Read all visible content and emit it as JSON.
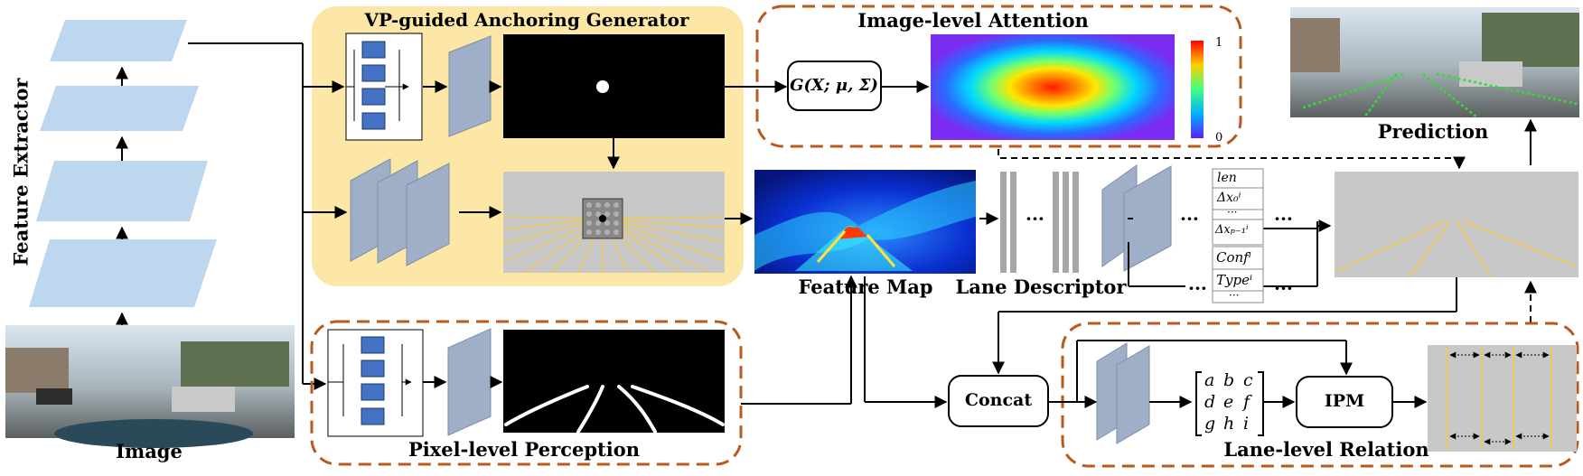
{
  "labels": {
    "feature_extractor": "Feature Extractor",
    "image": "Image",
    "vp_generator": "VP-guided Anchoring Generator",
    "image_attention": "Image-level Attention",
    "gaussian": "G(X; μ, Σ)",
    "colorbar_max": "1",
    "colorbar_min": "0",
    "prediction": "Prediction",
    "feature_map": "Feature Map",
    "lane_descriptor": "Lane Descriptor",
    "pixel_perception": "Pixel-level Perception",
    "concat": "Concat",
    "ipm": "IPM",
    "lane_relation": "Lane-level Relation",
    "dots": "···"
  },
  "descriptor_cells": {
    "top": [
      "len",
      "Δx₀ⁱ",
      "···",
      "Δxₚ₋₁ⁱ"
    ],
    "bottom": [
      "Confⁱ",
      "Typeⁱ",
      "···"
    ]
  },
  "matrix": [
    [
      "a",
      "b",
      "c"
    ],
    [
      "d",
      "e",
      "f"
    ],
    [
      "g",
      "h",
      "i"
    ]
  ],
  "colors": {
    "yellow_panel": "#fde7a6",
    "dashed_border": "#b85a1e",
    "layer_blue": "#bdd7ee",
    "conv_block": "#4472c4",
    "lane_yellow": "#f5c842",
    "gray_panel": "#c8c8c8"
  }
}
